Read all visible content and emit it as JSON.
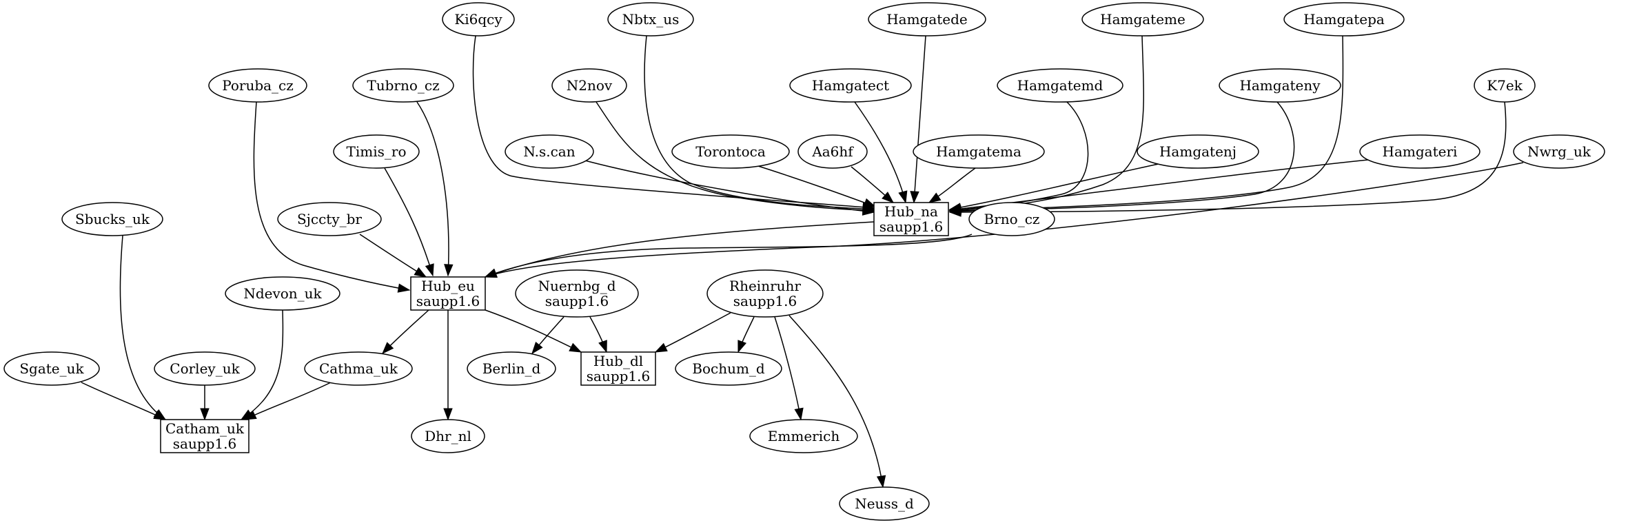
{
  "graph": {
    "nodes": [
      {
        "id": "ki6qcy",
        "lines": [
          "Ki6qcy"
        ],
        "shape": "ellipse"
      },
      {
        "id": "nbtx_us",
        "lines": [
          "Nbtx_us"
        ],
        "shape": "ellipse"
      },
      {
        "id": "hamgatede",
        "lines": [
          "Hamgatede"
        ],
        "shape": "ellipse"
      },
      {
        "id": "hamgateme",
        "lines": [
          "Hamgateme"
        ],
        "shape": "ellipse"
      },
      {
        "id": "hamgatepa",
        "lines": [
          "Hamgatepa"
        ],
        "shape": "ellipse"
      },
      {
        "id": "poruba_cz",
        "lines": [
          "Poruba_cz"
        ],
        "shape": "ellipse"
      },
      {
        "id": "tubrno_cz",
        "lines": [
          "Tubrno_cz"
        ],
        "shape": "ellipse"
      },
      {
        "id": "n2nov",
        "lines": [
          "N2nov"
        ],
        "shape": "ellipse"
      },
      {
        "id": "hamgatect",
        "lines": [
          "Hamgatect"
        ],
        "shape": "ellipse"
      },
      {
        "id": "hamgatemd",
        "lines": [
          "Hamgatemd"
        ],
        "shape": "ellipse"
      },
      {
        "id": "hamgateny",
        "lines": [
          "Hamgateny"
        ],
        "shape": "ellipse"
      },
      {
        "id": "k7ek",
        "lines": [
          "K7ek"
        ],
        "shape": "ellipse"
      },
      {
        "id": "timis_ro",
        "lines": [
          "Timis_ro"
        ],
        "shape": "ellipse"
      },
      {
        "id": "nscan",
        "lines": [
          "N.s.can"
        ],
        "shape": "ellipse"
      },
      {
        "id": "torontoca",
        "lines": [
          "Torontoca"
        ],
        "shape": "ellipse"
      },
      {
        "id": "aa6hf",
        "lines": [
          "Aa6hf"
        ],
        "shape": "ellipse"
      },
      {
        "id": "hamgatema",
        "lines": [
          "Hamgatema"
        ],
        "shape": "ellipse"
      },
      {
        "id": "hamgatenj",
        "lines": [
          "Hamgatenj"
        ],
        "shape": "ellipse"
      },
      {
        "id": "hamgateri",
        "lines": [
          "Hamgateri"
        ],
        "shape": "ellipse"
      },
      {
        "id": "nwrg_uk",
        "lines": [
          "Nwrg_uk"
        ],
        "shape": "ellipse"
      },
      {
        "id": "sbucks_uk",
        "lines": [
          "Sbucks_uk"
        ],
        "shape": "ellipse"
      },
      {
        "id": "sjccty_br",
        "lines": [
          "Sjccty_br"
        ],
        "shape": "ellipse"
      },
      {
        "id": "hub_na",
        "lines": [
          "Hub_na",
          "saupp1.6"
        ],
        "shape": "box"
      },
      {
        "id": "brno_cz",
        "lines": [
          "Brno_cz"
        ],
        "shape": "ellipse"
      },
      {
        "id": "ndevon_uk",
        "lines": [
          "Ndevon_uk"
        ],
        "shape": "ellipse"
      },
      {
        "id": "hub_eu",
        "lines": [
          "Hub_eu",
          "saupp1.6"
        ],
        "shape": "box"
      },
      {
        "id": "nuernbg_d",
        "lines": [
          "Nuernbg_d",
          "saupp1.6"
        ],
        "shape": "ellipse"
      },
      {
        "id": "rheinruhr",
        "lines": [
          "Rheinruhr",
          "saupp1.6"
        ],
        "shape": "ellipse"
      },
      {
        "id": "sgate_uk",
        "lines": [
          "Sgate_uk"
        ],
        "shape": "ellipse"
      },
      {
        "id": "corley_uk",
        "lines": [
          "Corley_uk"
        ],
        "shape": "ellipse"
      },
      {
        "id": "cathma_uk",
        "lines": [
          "Cathma_uk"
        ],
        "shape": "ellipse"
      },
      {
        "id": "berlin_d",
        "lines": [
          "Berlin_d"
        ],
        "shape": "ellipse"
      },
      {
        "id": "hub_dl",
        "lines": [
          "Hub_dl",
          "saupp1.6"
        ],
        "shape": "box"
      },
      {
        "id": "bochum_d",
        "lines": [
          "Bochum_d"
        ],
        "shape": "ellipse"
      },
      {
        "id": "catham_uk",
        "lines": [
          "Catham_uk",
          "saupp1.6"
        ],
        "shape": "box"
      },
      {
        "id": "dhr_nl",
        "lines": [
          "Dhr_nl"
        ],
        "shape": "ellipse"
      },
      {
        "id": "emmerich",
        "lines": [
          "Emmerich"
        ],
        "shape": "ellipse"
      },
      {
        "id": "neuss_d",
        "lines": [
          "Neuss_d"
        ],
        "shape": "ellipse"
      }
    ],
    "edges": [
      {
        "from": "ki6qcy",
        "to": "hub_na"
      },
      {
        "from": "nbtx_us",
        "to": "hub_na"
      },
      {
        "from": "hamgatede",
        "to": "hub_na"
      },
      {
        "from": "hamgateme",
        "to": "hub_na"
      },
      {
        "from": "hamgatepa",
        "to": "hub_na"
      },
      {
        "from": "n2nov",
        "to": "hub_na"
      },
      {
        "from": "hamgatect",
        "to": "hub_na"
      },
      {
        "from": "hamgatemd",
        "to": "hub_na"
      },
      {
        "from": "hamgateny",
        "to": "hub_na"
      },
      {
        "from": "k7ek",
        "to": "hub_na"
      },
      {
        "from": "nscan",
        "to": "hub_na"
      },
      {
        "from": "torontoca",
        "to": "hub_na"
      },
      {
        "from": "aa6hf",
        "to": "hub_na"
      },
      {
        "from": "hamgatema",
        "to": "hub_na"
      },
      {
        "from": "hamgatenj",
        "to": "hub_na"
      },
      {
        "from": "hamgateri",
        "to": "hub_na"
      },
      {
        "from": "poruba_cz",
        "to": "hub_eu"
      },
      {
        "from": "tubrno_cz",
        "to": "hub_eu"
      },
      {
        "from": "timis_ro",
        "to": "hub_eu"
      },
      {
        "from": "sjccty_br",
        "to": "hub_eu"
      },
      {
        "from": "hub_na",
        "to": "hub_eu"
      },
      {
        "from": "brno_cz",
        "to": "hub_eu"
      },
      {
        "from": "nwrg_uk",
        "to": "hub_eu"
      },
      {
        "from": "hub_eu",
        "to": "cathma_uk"
      },
      {
        "from": "hub_eu",
        "to": "dhr_nl"
      },
      {
        "from": "hub_eu",
        "to": "hub_dl"
      },
      {
        "from": "nuernbg_d",
        "to": "berlin_d"
      },
      {
        "from": "nuernbg_d",
        "to": "hub_dl"
      },
      {
        "from": "rheinruhr",
        "to": "hub_dl"
      },
      {
        "from": "rheinruhr",
        "to": "bochum_d"
      },
      {
        "from": "rheinruhr",
        "to": "emmerich"
      },
      {
        "from": "rheinruhr",
        "to": "neuss_d"
      },
      {
        "from": "sbucks_uk",
        "to": "catham_uk"
      },
      {
        "from": "ndevon_uk",
        "to": "catham_uk"
      },
      {
        "from": "sgate_uk",
        "to": "catham_uk"
      },
      {
        "from": "corley_uk",
        "to": "catham_uk"
      },
      {
        "from": "cathma_uk",
        "to": "catham_uk"
      }
    ]
  }
}
